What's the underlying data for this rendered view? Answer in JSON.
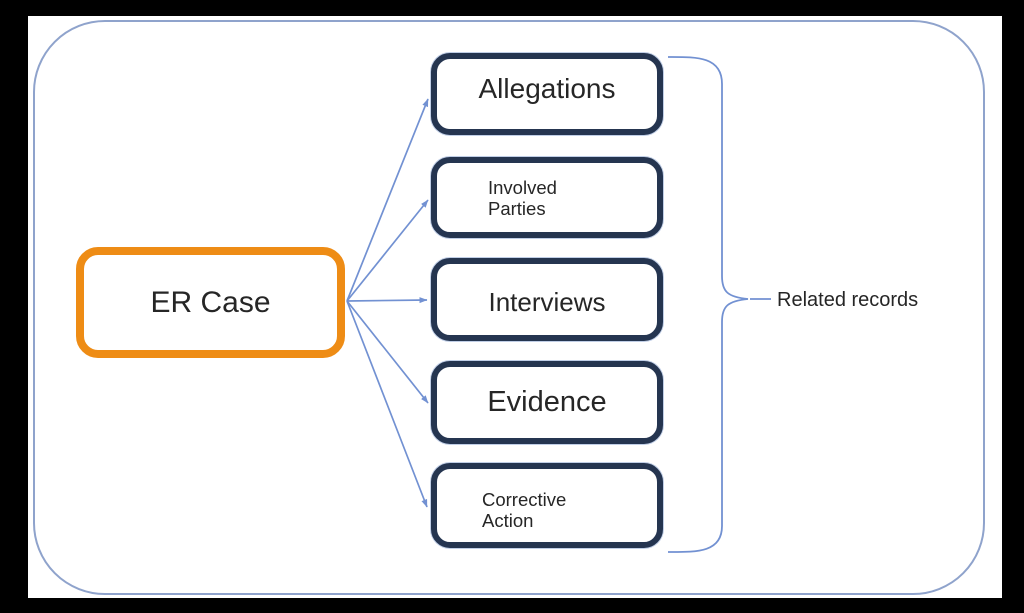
{
  "diagram": {
    "main_entity": {
      "label": "ER Case"
    },
    "related_records": [
      {
        "label": "Allegations"
      },
      {
        "label": "Involved Parties"
      },
      {
        "label": "Interviews"
      },
      {
        "label": "Evidence"
      },
      {
        "label": "Corrective Action"
      }
    ],
    "group_label": "Related records"
  },
  "colors": {
    "orange": "#EE8C15",
    "navy": "#253550",
    "arrow": "#7291D2",
    "frame-blue": "#8FA3CC",
    "text": "#262626",
    "slide-bg": "#FFFFFF",
    "canvas-bg": "#000000"
  }
}
